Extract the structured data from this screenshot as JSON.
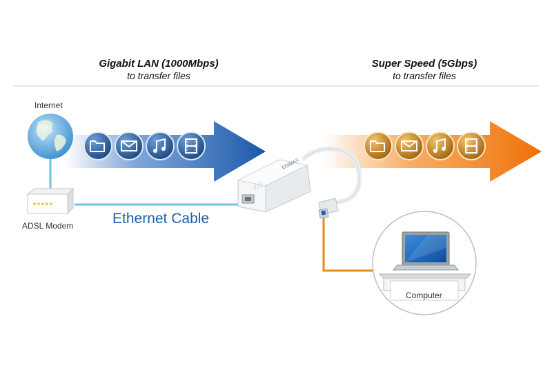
{
  "headings": {
    "left_main": "Gigabit LAN (1000Mbps)",
    "left_sub": "to transfer files",
    "right_main": "Super Speed (5Gbps)",
    "right_sub": "to transfer files"
  },
  "labels": {
    "internet": "Internet",
    "modem": "ADSL Modem",
    "cable": "Ethernet Cable",
    "computer": "Computer",
    "adapter_brand": "EDIMAX"
  },
  "icons": [
    "folder-icon",
    "envelope-icon",
    "music-note-icon",
    "film-icon"
  ],
  "colors": {
    "lan_arrow": "#1f5fae",
    "usb_arrow": "#f07a10",
    "ethernet_cable": "#6fc0e6",
    "usb_cable": "#e88a1a"
  }
}
